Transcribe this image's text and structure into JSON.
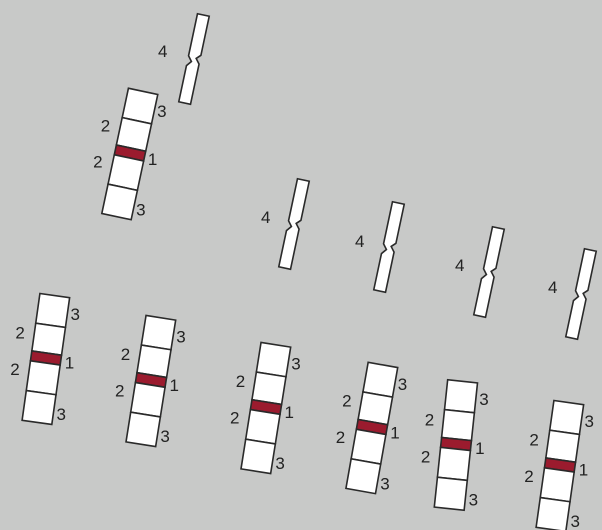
{
  "background_color": "#c8c9c8",
  "band_color": "#9b1b2e",
  "bars": [
    {
      "seg2": "2",
      "seg3": "3",
      "band": "1"
    },
    {
      "seg2": "2",
      "seg3": "3",
      "band": "1"
    },
    {
      "seg2": "2",
      "seg3": "3",
      "band": "1"
    },
    {
      "seg2": "2",
      "seg3": "3",
      "band": "1"
    },
    {
      "seg2": "2",
      "seg3": "3",
      "band": "1"
    },
    {
      "seg2": "2",
      "seg3": "3",
      "band": "1"
    },
    {
      "seg2": "2",
      "seg3": "3",
      "band": "1"
    }
  ],
  "strips": [
    {
      "label": "4"
    },
    {
      "label": "4"
    },
    {
      "label": "4"
    },
    {
      "label": "4"
    },
    {
      "label": "4"
    }
  ]
}
